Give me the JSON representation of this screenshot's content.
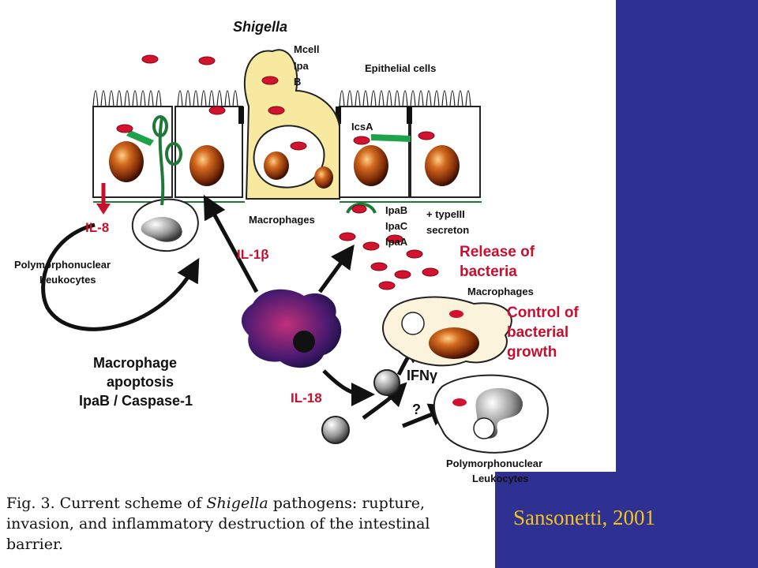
{
  "title": "Shigella",
  "labels": {
    "mcell": "Mcell",
    "ipa": "Ipa",
    "b": "B",
    "epithelial_cells": "Epithelial cells",
    "icsa": "IcsA",
    "macrophages_top": "Macrophages",
    "ipab": "IpaB",
    "ipac": "IpaC",
    "ipaa": "IpaA",
    "type3_line1": "+ typeIII",
    "type3_line2": "secreton",
    "il8": "IL-8",
    "pmn_left_line1": "Polymorphonuclear",
    "pmn_left_line2": "Leukocytes",
    "il1b": "IL-1β",
    "release_line1": "Release of",
    "release_line2": "bacteria",
    "macrophages_right": "Macrophages",
    "control_line1": "Control of",
    "control_line2": "bacterial",
    "control_line3": "growth",
    "apoptosis_line1": "Macrophage",
    "apoptosis_line2": "apoptosis",
    "apoptosis_line3": "IpaB / Caspase-1",
    "il18": "IL-18",
    "ifn": "IFNγ",
    "question": "?",
    "pmn_right_line1": "Polymorphonuclear",
    "pmn_right_line2": "Leukocytes"
  },
  "caption": {
    "prefix": "Fig. 3.  Current scheme of ",
    "italic": "Shigella",
    "suffix": " pathogens: rupture, invasion, and inflammatory destruction of the intestinal barrier."
  },
  "citation": "Sansonetti, 2001",
  "colors": {
    "sidebar": "#2e3192",
    "citation_text": "#f2c31e",
    "label_red": "#c8102e",
    "bacteria_red": "#d2122e",
    "nucleus_brown": "#8b3a10",
    "membrane_green": "#1f7a3a",
    "mcell_yellow": "#f7e9a0"
  }
}
